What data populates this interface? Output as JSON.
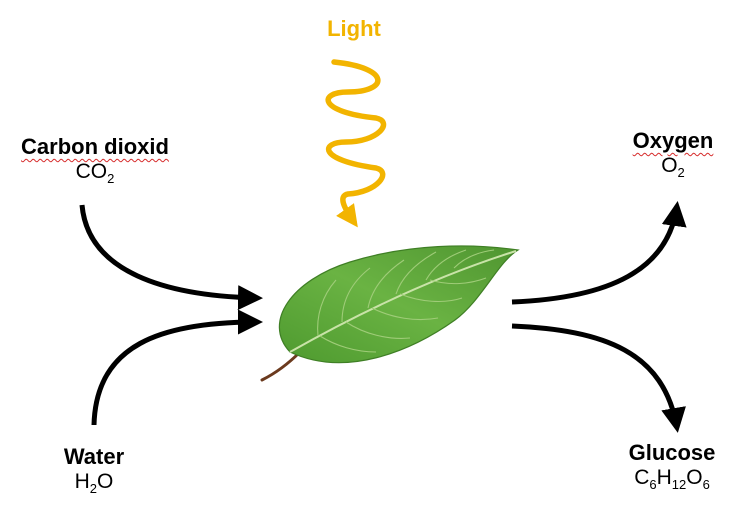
{
  "light": {
    "label": "Light",
    "color": "#f2b400"
  },
  "inputs": {
    "carbon_dioxide": {
      "name": "Carbon dioxid",
      "formula": [
        "CO",
        "2"
      ]
    },
    "water": {
      "name": "Water",
      "formula": [
        "H",
        "2",
        "O"
      ]
    }
  },
  "outputs": {
    "oxygen": {
      "name": "Oxygen",
      "formula": [
        "O",
        "2"
      ]
    },
    "glucose": {
      "name": "Glucose",
      "formula": [
        "C",
        "6",
        "H",
        "12",
        "O",
        "6"
      ]
    }
  },
  "colors": {
    "arrow": "#000000",
    "leaf": "#5aa33a",
    "leaf_dark": "#3f7f25",
    "spellcheck": "#d62a2a"
  },
  "icons": {
    "leaf": "leaf-image",
    "light": "light-wave-arrow"
  }
}
